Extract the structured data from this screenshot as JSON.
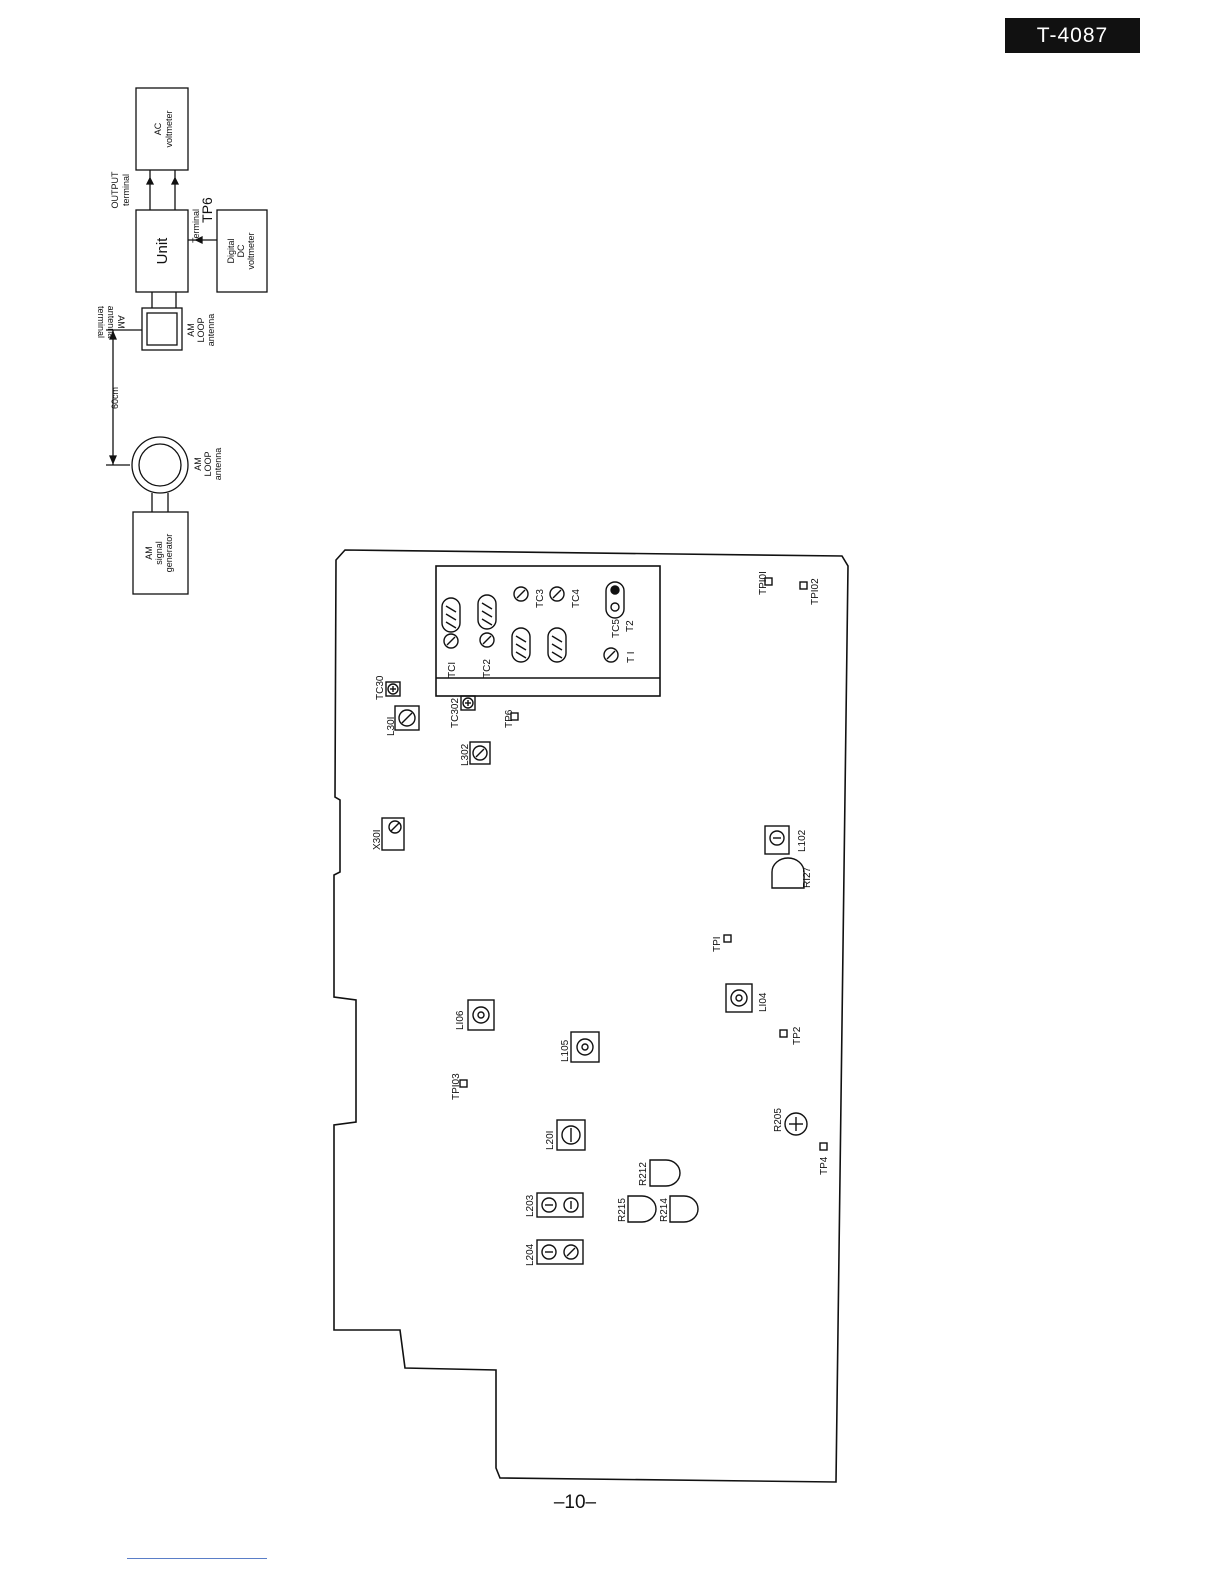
{
  "document": {
    "model_code": "T-4087",
    "page_number": "–10–"
  },
  "setup_diagram": {
    "signal_generator": "AM\nsignal\ngenerator",
    "loop_antenna_source": "AM\nLOOP\nantenna",
    "distance": "60cm",
    "loop_antenna_unit": "AM\nLOOP\nantenna",
    "antenna_terminal": "AM\nantenna\nterminal",
    "unit": "Unit",
    "output_terminal": "OUTPUT\nterminal",
    "ac_voltmeter": "AC\nvoltmeter",
    "terminal_label": "Terminal",
    "terminal_tp": "TP6",
    "dc_voltmeter": "Digital\nDC\nvoltmeter"
  },
  "pcb_labels": {
    "tc1": "TCI",
    "tc2": "TC2",
    "tc3": "TC3",
    "tc4": "TC4",
    "tc5": "TC5",
    "t1": "T I",
    "t2": "T2",
    "tp101": "TPI0I",
    "tp102": "TPI02",
    "tc301": "TC30",
    "l301": "L30I",
    "tc302": "TC302",
    "tp6": "TP6",
    "l302": "L302",
    "x301": "X30I",
    "l102": "L102",
    "r127": "RI27",
    "tp1": "TPI",
    "l104": "LI04",
    "tp2": "TP2",
    "l106": "LI06",
    "l105": "L105",
    "tp103": "TPI03",
    "r205": "R205",
    "tp4": "TP4",
    "l201": "L20I",
    "r212": "R212",
    "l203": "L203",
    "r215": "R215",
    "r214": "R214",
    "l204": "L204"
  }
}
